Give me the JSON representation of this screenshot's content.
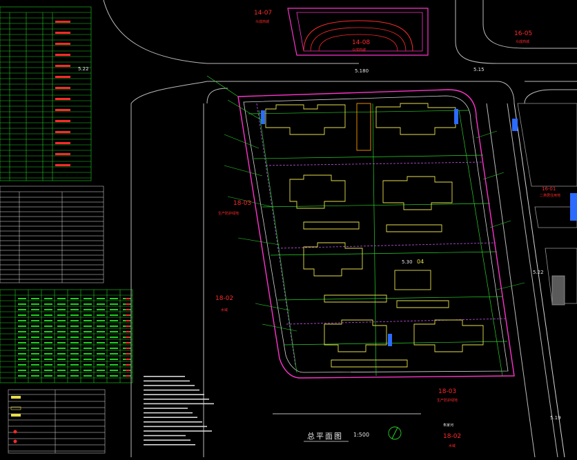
{
  "plan": {
    "title": "总平面图",
    "scale": "1:500"
  },
  "zones": [
    {
      "code": "14-07",
      "name": "众成商城"
    },
    {
      "code": "14-08",
      "name": "众成商城"
    },
    {
      "code": "16-05",
      "name": "众成商城"
    },
    {
      "code": "18-03",
      "name": "生产防护绿地"
    },
    {
      "code": "18-02",
      "name": "水域"
    },
    {
      "code": "18-03",
      "name": "生产防护绿地"
    },
    {
      "code": "18-02",
      "name": "水域"
    },
    {
      "code": "16-01",
      "name": "二类居住用地"
    }
  ],
  "elevations": [
    "5.22",
    "5.180",
    "5.15",
    "5.30",
    "5.22",
    "5.19"
  ],
  "north_arrow": {
    "icon": "north-arrow-icon"
  },
  "labels": {
    "building_04": "04",
    "road_name": "朱家河"
  },
  "colors": {
    "background": "#000000",
    "table_line": "#1fd21f",
    "zone_text": "#ff2a2a",
    "building": "#e8e04a",
    "road": "#bfbfbf",
    "site_boundary": "#ff33cc",
    "pipe": "#29d429",
    "accent_blue": "#2b6bff"
  }
}
